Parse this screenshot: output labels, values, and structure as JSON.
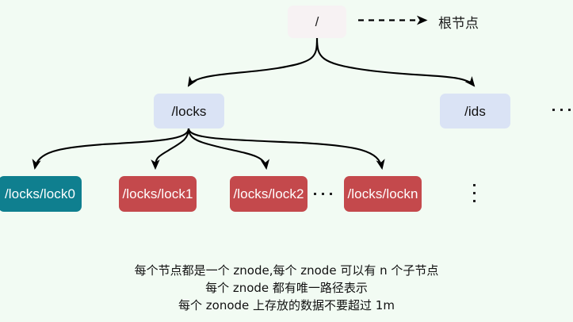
{
  "diagram": {
    "title": "ZooKeeper znode tree structure",
    "background_color": "#f2fbf3",
    "nodes": {
      "root": {
        "label": "/",
        "color": "#f7f2f3"
      },
      "locks": {
        "label": "/locks",
        "color": "#dae3f5"
      },
      "ids": {
        "label": "/ids",
        "color": "#dae3f5"
      },
      "lock0": {
        "label": "/locks/lock0",
        "color": "#0f7f8f"
      },
      "lock1": {
        "label": "/locks/lock1",
        "color": "#c4494c"
      },
      "lock2": {
        "label": "/locks/lock2",
        "color": "#c4494c"
      },
      "lockn": {
        "label": "/locks/lockn",
        "color": "#c4494c"
      }
    },
    "annotations": {
      "root_callout": "根节点"
    },
    "ellipses": {
      "top_right": "…",
      "locks_row": "…",
      "locks_column": "⋮"
    },
    "caption": {
      "line1": "每个节点都是一个 znode,每个 znode 可以有 n 个子节点",
      "line2": "每个 znode 都有唯一路径表示",
      "line3": "每个 zonode 上存放的数据不要超过 1m"
    }
  }
}
